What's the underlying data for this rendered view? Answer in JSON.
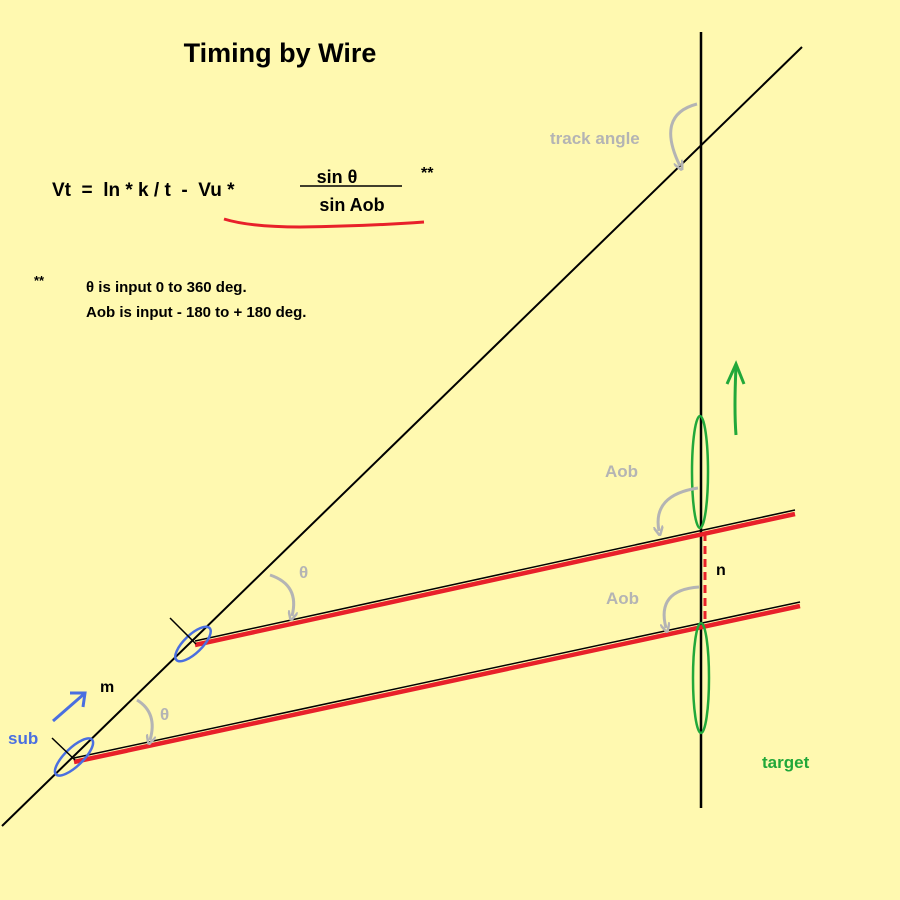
{
  "title": "Timing by Wire",
  "formula": {
    "left": "Vt  =  ln * k / t  -  Vu *",
    "numerator": "sin θ",
    "denominator": "sin Aob",
    "marker": "**"
  },
  "notes": {
    "marker": "**",
    "line1": "θ is input 0 to 360 deg.",
    "line2": "Aob is input - 180 to + 180 deg."
  },
  "labels": {
    "track_angle": "track angle",
    "aob_upper": "Aob",
    "aob_lower": "Aob",
    "theta_upper": "θ",
    "theta_lower": "θ",
    "n": "n",
    "m": "m",
    "sub": "sub",
    "target": "target"
  },
  "colors": {
    "background": "#fff9b0",
    "black": "#000000",
    "red": "#e8202a",
    "gray": "#b4b4b4",
    "blue": "#4a6fe0",
    "green": "#22a83a"
  }
}
